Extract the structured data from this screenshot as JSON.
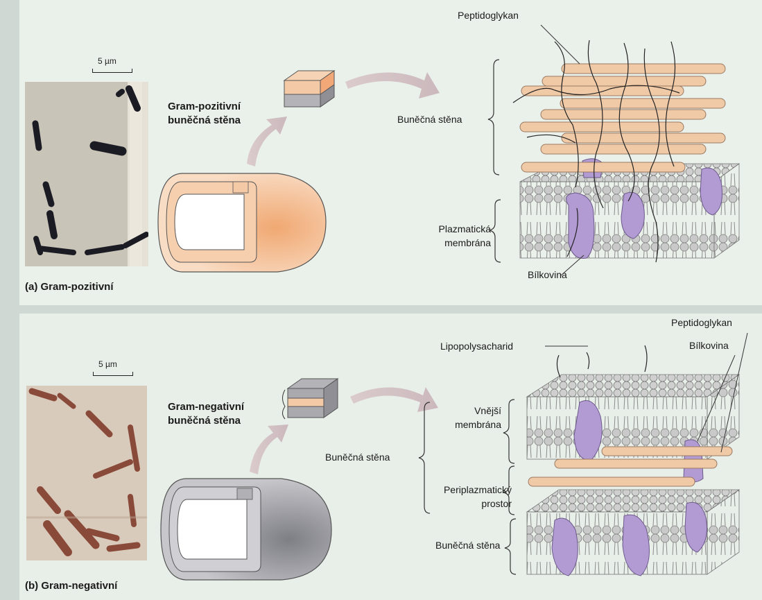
{
  "panel_a": {
    "caption": "(a) Gram-pozitivní",
    "scale_bar": "5 µm",
    "wall_label": "Gram-pozitivní buněčná stěna",
    "labels": {
      "peptidoglycan": "Peptidoglykan",
      "cell_wall": "Buněčná stěna",
      "plasma_membrane": "Plazmatická membrána",
      "protein": "Bílkovina"
    }
  },
  "panel_b": {
    "caption": "(b) Gram-negativní",
    "scale_bar": "5 µm",
    "wall_label": "Gram-negativní buněčná stěna",
    "labels": {
      "peptidoglycan": "Peptidoglykan",
      "protein": "Bílkovina",
      "lipopolysaccharide": "Lipopolysacharid",
      "outer_membrane": "Vnější membrána",
      "cell_wall": "Buněčná stěna",
      "periplasmic_space": "Periplazmatický prostor",
      "cell_wall_lower": "Buněčná stěna"
    }
  },
  "colors": {
    "peptidoglycan_rod": "#f0c9a6",
    "protein": "#b29ad3",
    "membrane": "#c9c9c9",
    "gram_positive_stain": "#1b1b24",
    "gram_negative_stain": "#8a4a3a"
  }
}
